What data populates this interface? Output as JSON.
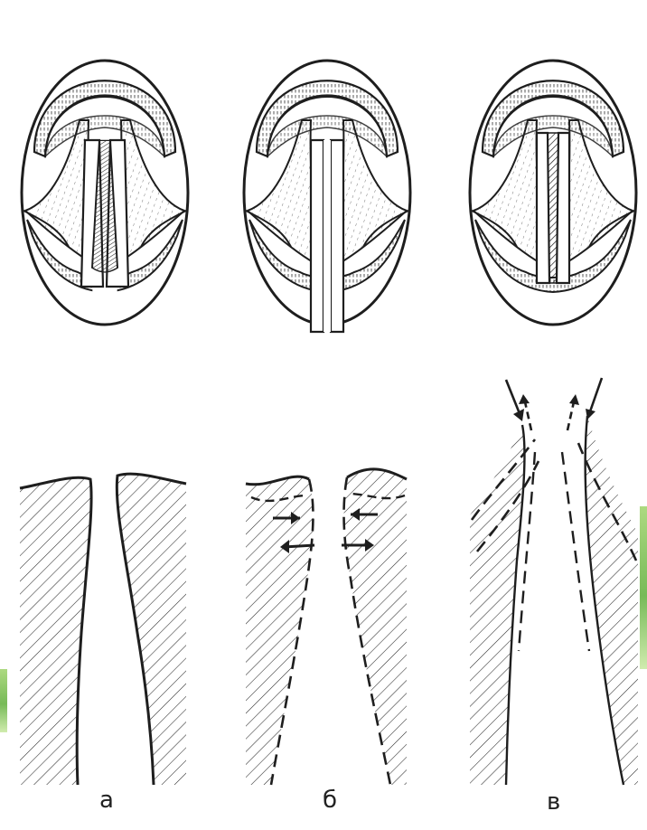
{
  "figure": {
    "panels": [
      {
        "id": "a",
        "label": "а"
      },
      {
        "id": "b",
        "label": "б"
      },
      {
        "id": "c",
        "label": "в"
      }
    ]
  },
  "colors": {
    "ink": "#1e1e1e",
    "background": "#ffffff",
    "edge_accent": "#6fba45"
  }
}
